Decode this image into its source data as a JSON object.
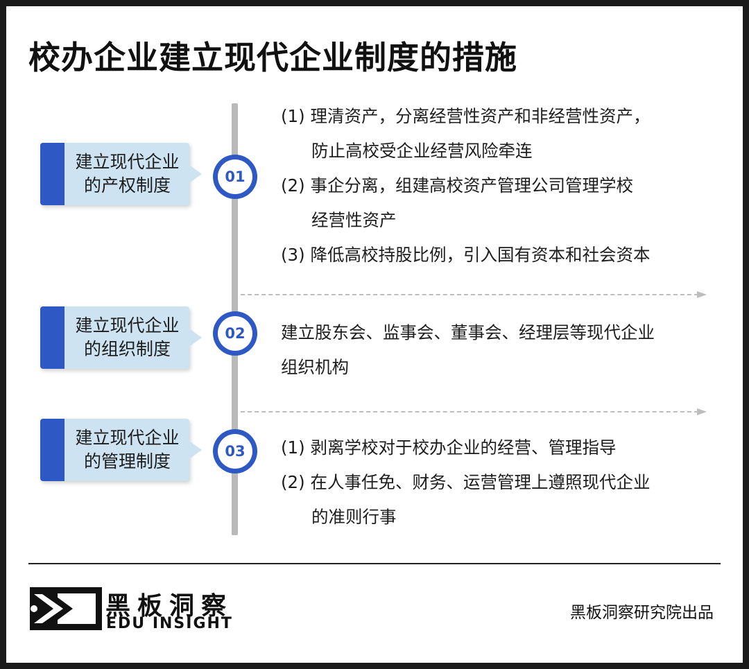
{
  "title": "校办企业建立现代企业制度的措施",
  "accent_color": "#2e58c4",
  "label_bg_color": "#cde3f1",
  "sections": [
    {
      "number": "01",
      "label_line1": "建立现代企业",
      "label_line2": "的产权制度",
      "items": [
        [
          "(1) 理清资产，分离经营性资产和非经营性资产，",
          "防止高校受企业经营风险牵连"
        ],
        [
          "(2) 事企分离，组建高校资产管理公司管理学校",
          "经营性资产"
        ],
        [
          "(3) 降低高校持股比例，引入国有资本和社会资本"
        ]
      ]
    },
    {
      "number": "02",
      "label_line1": "建立现代企业",
      "label_line2": "的组织制度",
      "items": [
        [
          "建立股东会、监事会、董事会、经理层等现代企业",
          "组织机构"
        ]
      ]
    },
    {
      "number": "03",
      "label_line1": "建立现代企业",
      "label_line2": "的管理制度",
      "items": [
        [
          "(1) 剥离学校对于校办企业的经营、管理指导"
        ],
        [
          "(2) 在人事任免、财务、运营管理上遵照现代企业",
          "的准则行事"
        ]
      ]
    }
  ],
  "footer": {
    "brand_cn": "黑板洞察",
    "brand_en": "EDU INSIGHT",
    "credit": "黑板洞察研究院出品",
    "logo_icon": "eye-arrow-logo-icon"
  }
}
